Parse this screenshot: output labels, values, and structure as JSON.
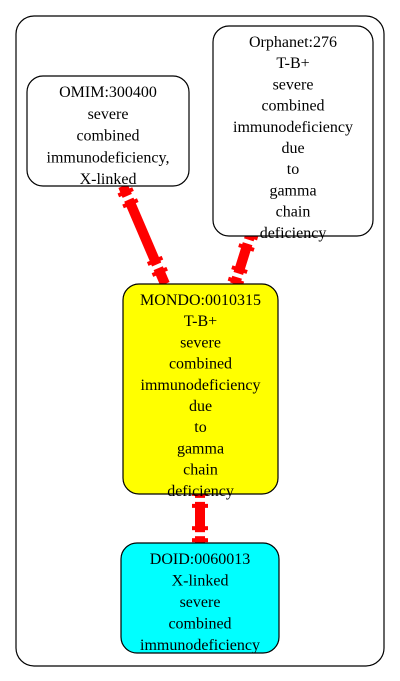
{
  "graph": {
    "nodes": [
      {
        "id": "omim",
        "lines": [
          "OMIM:300400",
          "severe",
          "combined",
          "immunodeficiency,",
          "X-linked"
        ],
        "fill": "#ffffff"
      },
      {
        "id": "orphanet",
        "lines": [
          "Orphanet:276",
          "T-B+",
          "severe",
          "combined",
          "immunodeficiency",
          "due",
          "to",
          "gamma",
          "chain",
          "deficiency"
        ],
        "fill": "#ffffff"
      },
      {
        "id": "mondo",
        "lines": [
          "MONDO:0010315",
          "T-B+",
          "severe",
          "combined",
          "immunodeficiency",
          "due",
          "to",
          "gamma",
          "chain",
          "deficiency"
        ],
        "fill": "#ffff00"
      },
      {
        "id": "doid",
        "lines": [
          "DOID:0060013",
          "X-linked",
          "severe",
          "combined",
          "immunodeficiency"
        ],
        "fill": "#00ffff"
      }
    ],
    "edges": [
      {
        "from": "omim",
        "to": "mondo"
      },
      {
        "from": "orphanet",
        "to": "mondo"
      },
      {
        "from": "mondo",
        "to": "doid"
      }
    ],
    "edge_color": "#ff0000",
    "cluster_stroke": "#000000"
  }
}
